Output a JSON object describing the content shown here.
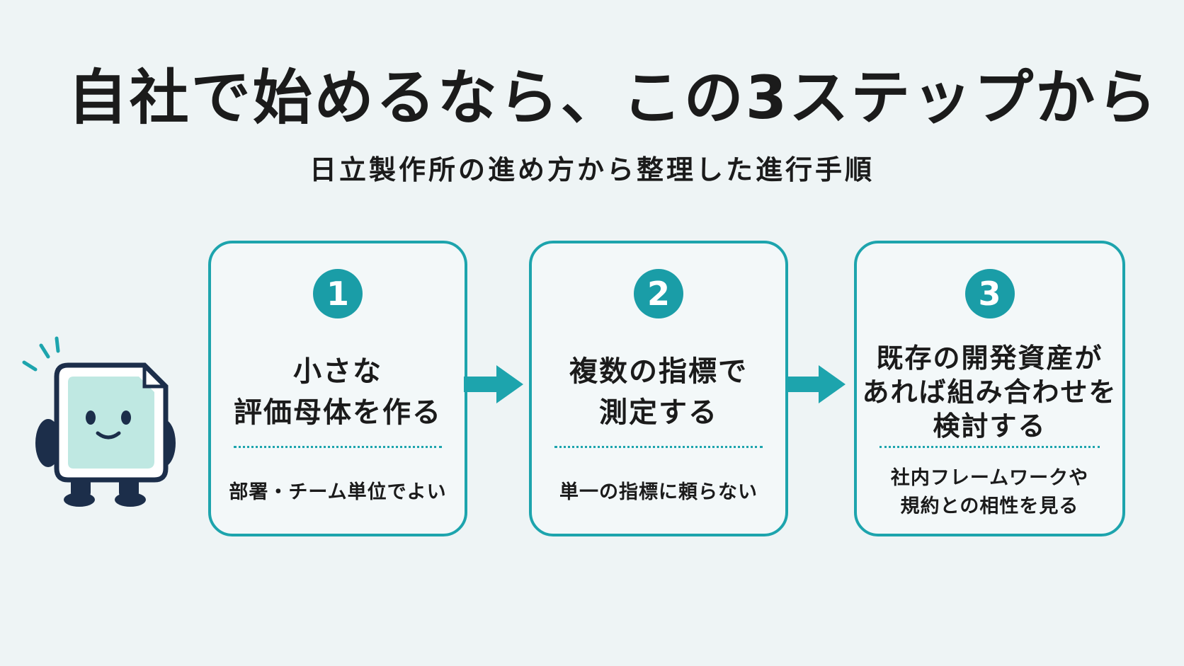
{
  "header": {
    "title": "自社で始めるなら、この3ステップから",
    "subtitle": "日立製作所の進め方から整理した進行手順"
  },
  "steps": [
    {
      "number": "1",
      "title_lines": [
        "小さな",
        "評価母体を作る"
      ],
      "note_lines": [
        "部署・チーム単位でよい"
      ]
    },
    {
      "number": "2",
      "title_lines": [
        "複数の指標で",
        "測定する"
      ],
      "note_lines": [
        "単一の指標に頼らない"
      ]
    },
    {
      "number": "3",
      "title_lines": [
        "既存の開発資産が",
        "あれば組み合わせを",
        "検討する"
      ],
      "note_lines": [
        "社内フレームワークや",
        "規約との相性を見る"
      ]
    }
  ],
  "colors": {
    "accent": "#1da4ad",
    "badge": "#1a9da7",
    "background": "#eef4f5",
    "text": "#1b1b1b",
    "mascot_face": "#bfe8e2",
    "mascot_body": "#1c2e4a"
  },
  "icons": {
    "arrow": "arrow-right-icon",
    "mascot": "mascot-icon"
  }
}
